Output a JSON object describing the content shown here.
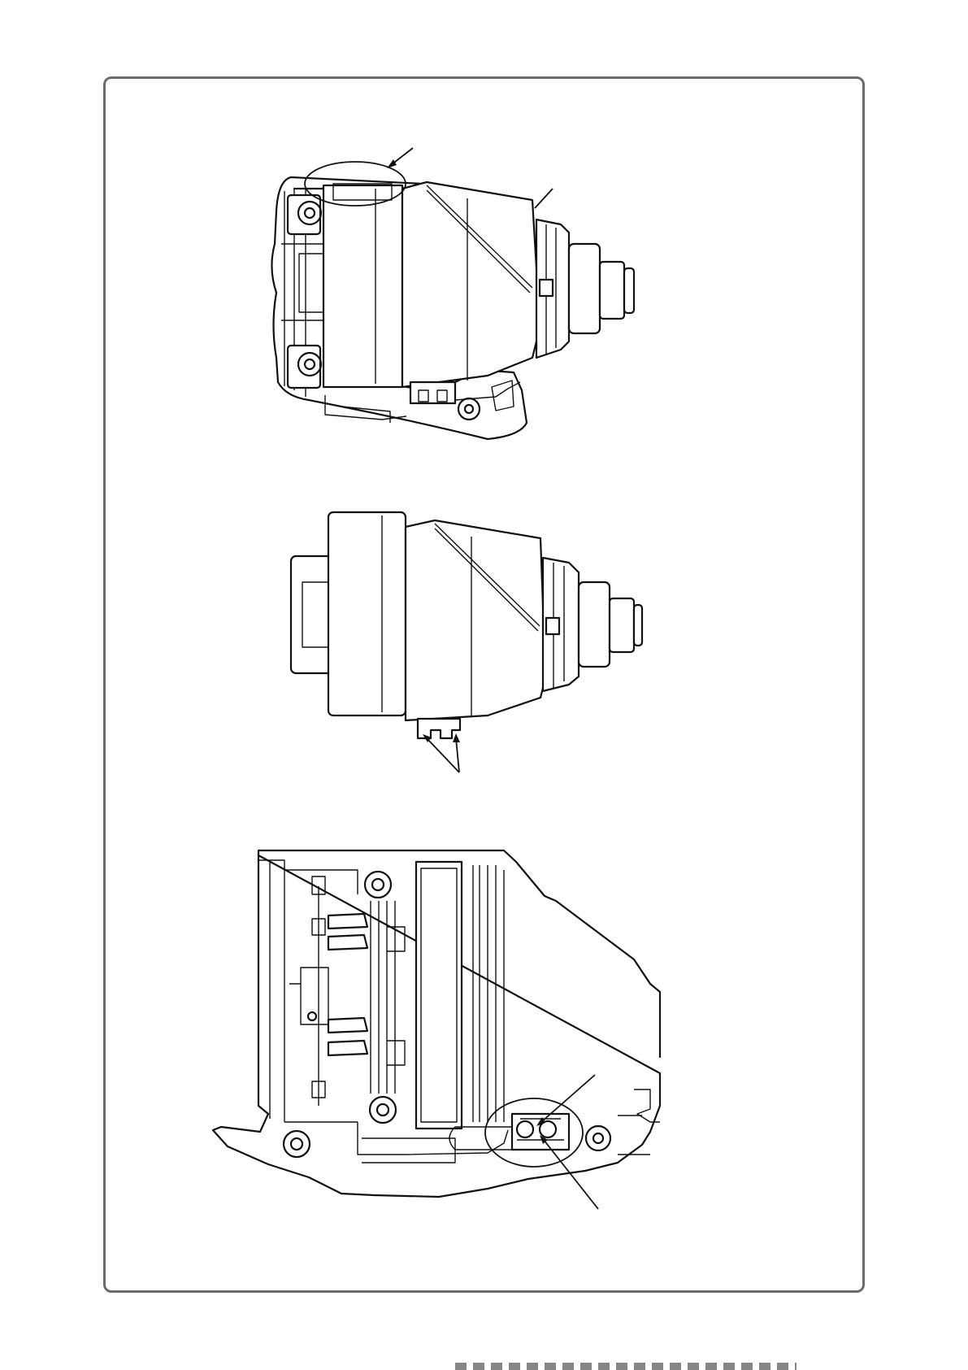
{
  "page": {
    "type": "service-manual-illustration",
    "figures": [
      {
        "id": "upper-unit-in-housing",
        "callouts": 2
      },
      {
        "id": "unit-removed",
        "callouts": 1
      },
      {
        "id": "lower-housing-half",
        "callouts": 2
      }
    ]
  },
  "colors": {
    "line": "#111111",
    "frame": "#6b6b6b",
    "background": "#ffffff"
  },
  "icons": [
    "callout-arrow-icon",
    "screw-icon",
    "hook-icon"
  ]
}
